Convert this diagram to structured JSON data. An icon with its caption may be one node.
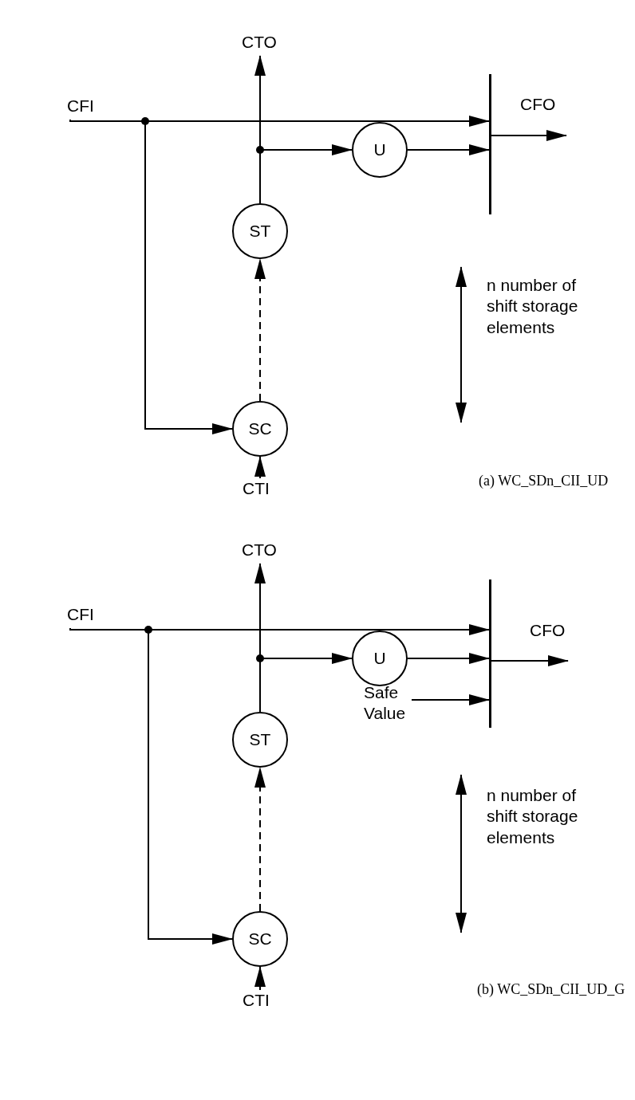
{
  "diagram": {
    "nodes": [
      {
        "text": [
          "CFI"
        ]
      },
      {
        "text": [
          "CTO"
        ]
      },
      {
        "text": [
          "CFO"
        ]
      },
      {
        "text": [
          "U"
        ]
      },
      {
        "text": [
          "ST"
        ]
      },
      {
        "text": [
          "SC"
        ]
      },
      {
        "text": [
          "CTI"
        ]
      },
      {
        "text": [],
        "shape": "bar"
      },
      {
        "text": [
          "CFI"
        ]
      },
      {
        "text": [
          "CTO"
        ]
      },
      {
        "text": [
          "CFO"
        ]
      },
      {
        "text": [
          "U"
        ]
      },
      {
        "text": [
          "ST"
        ]
      },
      {
        "text": [
          "Safe Value"
        ]
      },
      {
        "text": [
          "SC"
        ]
      },
      {
        "text": [
          "CTI"
        ]
      },
      {
        "text": [],
        "shape": "bar"
      }
    ],
    "edges": [
      {
        "from": 0,
        "to": 7,
        "arrow": "to"
      },
      {
        "from": 0,
        "to": 5,
        "arrow": "to"
      },
      {
        "from": 4,
        "to": 1,
        "arrow": "to"
      },
      {
        "from": 4,
        "to": 3,
        "arrow": "to"
      },
      {
        "from": 3,
        "to": 7,
        "arrow": "to"
      },
      {
        "from": 7,
        "to": 2,
        "arrow": "to"
      },
      {
        "from": 5,
        "to": 4,
        "arrow": "to",
        "style": "dashed"
      },
      {
        "from": 6,
        "to": 5,
        "arrow": "to"
      },
      {
        "from": 8,
        "to": 16,
        "arrow": "to"
      },
      {
        "from": 8,
        "to": 14,
        "arrow": "to"
      },
      {
        "from": 12,
        "to": 9,
        "arrow": "to"
      },
      {
        "from": 12,
        "to": 11,
        "arrow": "to"
      },
      {
        "from": 11,
        "to": 16,
        "arrow": "to"
      },
      {
        "from": 16,
        "to": 10,
        "arrow": "to"
      },
      {
        "from": 13,
        "to": 16,
        "arrow": "to"
      },
      {
        "from": 14,
        "to": 12,
        "arrow": "to",
        "style": "dashed"
      },
      {
        "from": 15,
        "to": 14,
        "arrow": "to"
      }
    ],
    "labels": [
      "n number of shift storage elements",
      "(a) WC_SDn_CII_UD",
      "n number of shift storage elements",
      "(b) WC_SDn_CII_UD_G"
    ]
  }
}
